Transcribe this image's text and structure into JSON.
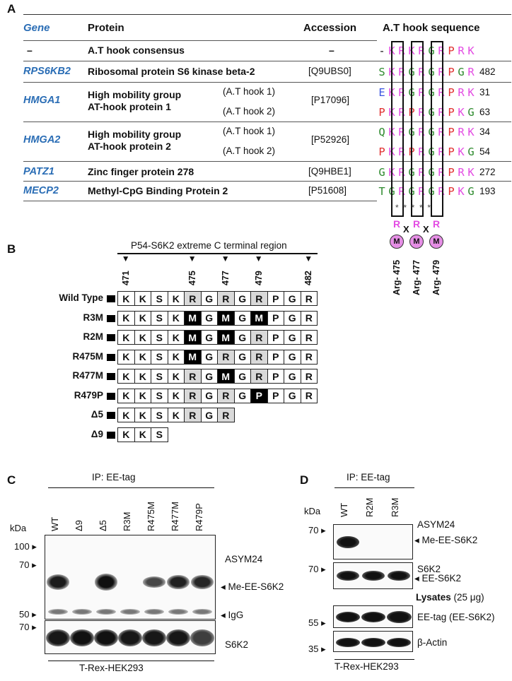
{
  "panelA": {
    "label": "A",
    "headers": {
      "gene": "Gene",
      "protein": "Protein",
      "accession": "Accession",
      "sequence": "A.T hook sequence"
    },
    "rows": [
      {
        "gene": "–",
        "protein": "A.T hook consensus",
        "sub": "",
        "accession": "–",
        "seq": "-KRKRGRPRK",
        "num": ""
      },
      {
        "gene": "RPS6KB2",
        "protein": "Ribosomal protein S6 kinase beta-2",
        "sub": "",
        "accession": "[Q9UBS0]",
        "seq": "SKRGRGRPGR",
        "num": "482"
      },
      {
        "gene": "HMGA1",
        "protein": "High mobility group",
        "protein2": "AT-hook protein 1",
        "sub": "(A.T hook 1)",
        "sub2": "(A.T hook 2)",
        "accession": "[P17096]",
        "seq": "EKRGRGRPRK",
        "seq2": "PKRPRGRPKG",
        "num": "31",
        "num2": "63"
      },
      {
        "gene": "HMGA2",
        "protein": "High mobility group",
        "protein2": "AT-hook protein 2",
        "sub": "(A.T hook 1)",
        "sub2": "(A.T hook 2)",
        "accession": "[P52926]",
        "seq": "QKRGRGRPRK",
        "seq2": "PKRPRGRPKG",
        "num": "34",
        "num2": "54"
      },
      {
        "gene": "PATZ1",
        "protein": "Zinc finger protein 278",
        "sub": "",
        "accession": "[Q9HBE1]",
        "seq": "GKRGRGRPRK",
        "num": "272"
      },
      {
        "gene": "MECP2",
        "protein": "Methyl-CpG Binding Protein 2",
        "sub": "",
        "accession": "[P51608]",
        "seq": "TGRGRGRPKG",
        "num": "193"
      }
    ],
    "stars": "*  *  *  *  *",
    "motif": {
      "r": "R",
      "x": "X",
      "m": "M"
    },
    "arg_labels": [
      "Arg- 475",
      "Arg- 477",
      "Arg- 479"
    ],
    "colors": {
      "K": "#e34be3",
      "R": "#e34be3",
      "S": "#2e8b2e",
      "G": "#2e8b2e",
      "E": "#3a55e0",
      "P": "#e03030",
      "Q": "#2e8b2e",
      "T": "#2e8b2e",
      "-": "#111111"
    }
  },
  "panelB": {
    "label": "B",
    "region_title": "P54-S6K2 extreme C terminal region",
    "positions": [
      "471",
      "475",
      "477",
      "479",
      "482"
    ],
    "rows": [
      {
        "name": "Wild Type",
        "cells": [
          "K",
          "K",
          "S",
          "K",
          "R",
          "G",
          "R",
          "G",
          "R",
          "P",
          "G",
          "R"
        ],
        "style": [
          "w",
          "w",
          "w",
          "w",
          "g",
          "w",
          "g",
          "w",
          "g",
          "w",
          "w",
          "w"
        ]
      },
      {
        "name": "R3M",
        "cells": [
          "K",
          "K",
          "S",
          "K",
          "M",
          "G",
          "M",
          "G",
          "M",
          "P",
          "G",
          "R"
        ],
        "style": [
          "w",
          "w",
          "w",
          "w",
          "b",
          "w",
          "b",
          "w",
          "b",
          "w",
          "w",
          "w"
        ]
      },
      {
        "name": "R2M",
        "cells": [
          "K",
          "K",
          "S",
          "K",
          "M",
          "G",
          "M",
          "G",
          "R",
          "P",
          "G",
          "R"
        ],
        "style": [
          "w",
          "w",
          "w",
          "w",
          "b",
          "w",
          "b",
          "w",
          "g",
          "w",
          "w",
          "w"
        ]
      },
      {
        "name": "R475M",
        "cells": [
          "K",
          "K",
          "S",
          "K",
          "M",
          "G",
          "R",
          "G",
          "R",
          "P",
          "G",
          "R"
        ],
        "style": [
          "w",
          "w",
          "w",
          "w",
          "b",
          "w",
          "g",
          "w",
          "g",
          "w",
          "w",
          "w"
        ]
      },
      {
        "name": "R477M",
        "cells": [
          "K",
          "K",
          "S",
          "K",
          "R",
          "G",
          "M",
          "G",
          "R",
          "P",
          "G",
          "R"
        ],
        "style": [
          "w",
          "w",
          "w",
          "w",
          "g",
          "w",
          "b",
          "w",
          "g",
          "w",
          "w",
          "w"
        ]
      },
      {
        "name": "R479P",
        "cells": [
          "K",
          "K",
          "S",
          "K",
          "R",
          "G",
          "R",
          "G",
          "P",
          "P",
          "G",
          "R"
        ],
        "style": [
          "w",
          "w",
          "w",
          "w",
          "g",
          "w",
          "g",
          "w",
          "b",
          "w",
          "w",
          "w"
        ]
      },
      {
        "name": "Δ5",
        "cells": [
          "K",
          "K",
          "S",
          "K",
          "R",
          "G",
          "R"
        ],
        "style": [
          "w",
          "w",
          "w",
          "w",
          "g",
          "w",
          "g"
        ]
      },
      {
        "name": "Δ9",
        "cells": [
          "K",
          "K",
          "S"
        ],
        "style": [
          "w",
          "w",
          "w"
        ]
      }
    ]
  },
  "panelC": {
    "label": "C",
    "ip": "IP: EE-tag",
    "kda": "kDa",
    "lanes": [
      "WT",
      "Δ9",
      "Δ5",
      "R3M",
      "R475M",
      "R477M",
      "R479P"
    ],
    "mw_top": [
      "100",
      "70",
      "50"
    ],
    "mw_bottom": [
      "70"
    ],
    "antibody_top": "ASYM24",
    "band_me": "Me-EE-S6K2",
    "band_igg": "IgG",
    "antibody_bottom": "S6K2",
    "cell_line": "T-Rex-HEK293",
    "me_intensity": [
      0.85,
      0,
      0.95,
      0,
      0.45,
      0.8,
      0.75
    ],
    "s6k2_intensity": [
      0.9,
      0.95,
      0.95,
      0.9,
      0.9,
      0.9,
      0.6
    ]
  },
  "panelD": {
    "label": "D",
    "ip": "IP: EE-tag",
    "kda": "kDa",
    "lanes": [
      "WT",
      "R2M",
      "R3M"
    ],
    "mw": [
      "70",
      "70",
      "55",
      "35"
    ],
    "antibody1": "ASYM24",
    "band1": "Me-EE-S6K2",
    "antibody2": "S6K2",
    "band2": "EE-S6K2",
    "lysates": "Lysates",
    "lysates_amount": "(25 μg)",
    "antibody3": "EE-tag (EE-S6K2)",
    "antibody4": "β-Actin",
    "cell_line": "T-Rex-HEK293"
  }
}
